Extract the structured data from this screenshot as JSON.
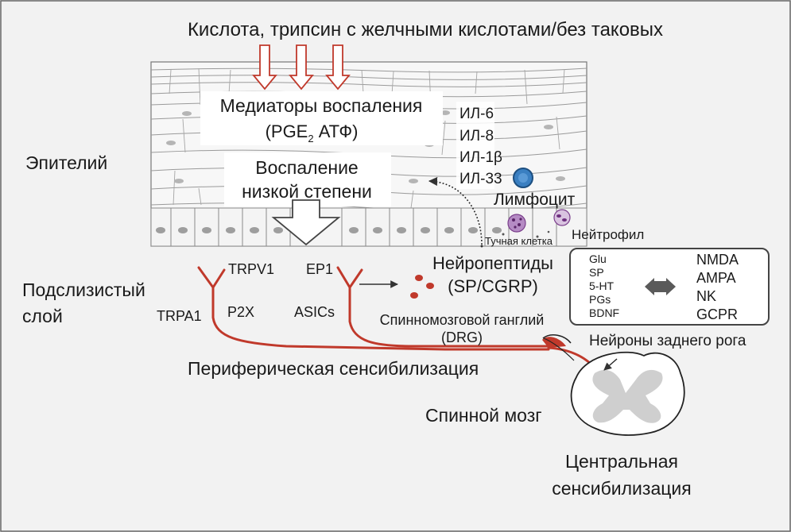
{
  "texts": {
    "top": "Кислота, трипсин с желчными кислотами/без таковых",
    "mediators_1": "Медиаторы воспаления",
    "mediators_2a": "(PGE",
    "mediators_2sub": "2",
    "mediators_2b": " АТФ)",
    "low_1": "Воспаление",
    "low_2": "низкой степени",
    "epithelium": "Эпителий",
    "il6": "ИЛ-6",
    "il8": "ИЛ-8",
    "il1b": "ИЛ-1β",
    "il33": "ИЛ-33",
    "lymphocyte": "Лимфоцит",
    "mast_cell": "Тучная клетка",
    "neutrophil": "Нейтрофил",
    "submucosa_1": "Подслизистый",
    "submucosa_2": "слой",
    "trpv1": "TRPV1",
    "ep1": "EP1",
    "trpa1": "TRPA1",
    "p2x": "P2X",
    "asics": "ASICs",
    "neuropeptides_1": "Нейропептиды",
    "neuropeptides_2": "(SP/CGRP)",
    "drg_1": "Спинномозговой ганглий",
    "drg_2": "(DRG)",
    "box_left": [
      "Glu",
      "SP",
      "5-HT",
      "PGs",
      "BDNF"
    ],
    "box_right": [
      "NMDA",
      "AMPA",
      "NK",
      "GCPR"
    ],
    "dorsal_horn": "Нейроны заднего рога",
    "peripheral": "Периферическая сенсибилизация",
    "spinal_cord": "Спинной мозг",
    "central_1": "Центральная",
    "central_2": "сенсибилизация"
  },
  "colors": {
    "nerve": "#c0392b",
    "arrow_outline": "#c0392b",
    "lymphocyte": "#3a7fc1",
    "granulocyte": "#7b3f8c",
    "text": "#1a1a1a"
  }
}
